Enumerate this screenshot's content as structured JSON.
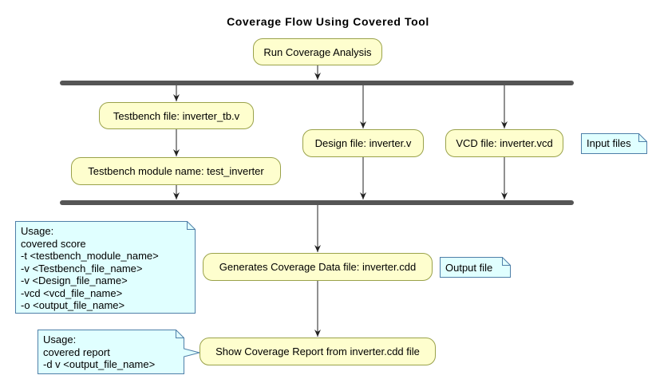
{
  "title": "Coverage Flow Using Covered Tool",
  "colors": {
    "node_fill": "#fefece",
    "node_border": "#9aa24a",
    "note_fill": "#e0ffff",
    "note_border": "#4e7fa8",
    "bar": "#555555",
    "arrow": "#222222"
  },
  "nodes": {
    "run": "Run Coverage Analysis",
    "testbench_file": "Testbench file: inverter_tb.v",
    "testbench_module": "Testbench module name: test_inverter",
    "design_file": "Design file: inverter.v",
    "vcd_file": "VCD file: inverter.vcd",
    "generate": "Generates Coverage Data file: inverter.cdd",
    "report": "Show Coverage Report from inverter.cdd file"
  },
  "notes": {
    "input": [
      "Input files"
    ],
    "output": [
      "Output file"
    ],
    "score_usage": [
      "Usage:",
      "covered score",
      "-t <testbench_module_name>",
      "-v <Testbench_file_name>",
      "-v <Design_file_name>",
      "-vcd <vcd_file_name>",
      "-o <output_file_name>"
    ],
    "report_usage": [
      "Usage:",
      "covered report",
      "-d v <output_file_name>"
    ]
  }
}
